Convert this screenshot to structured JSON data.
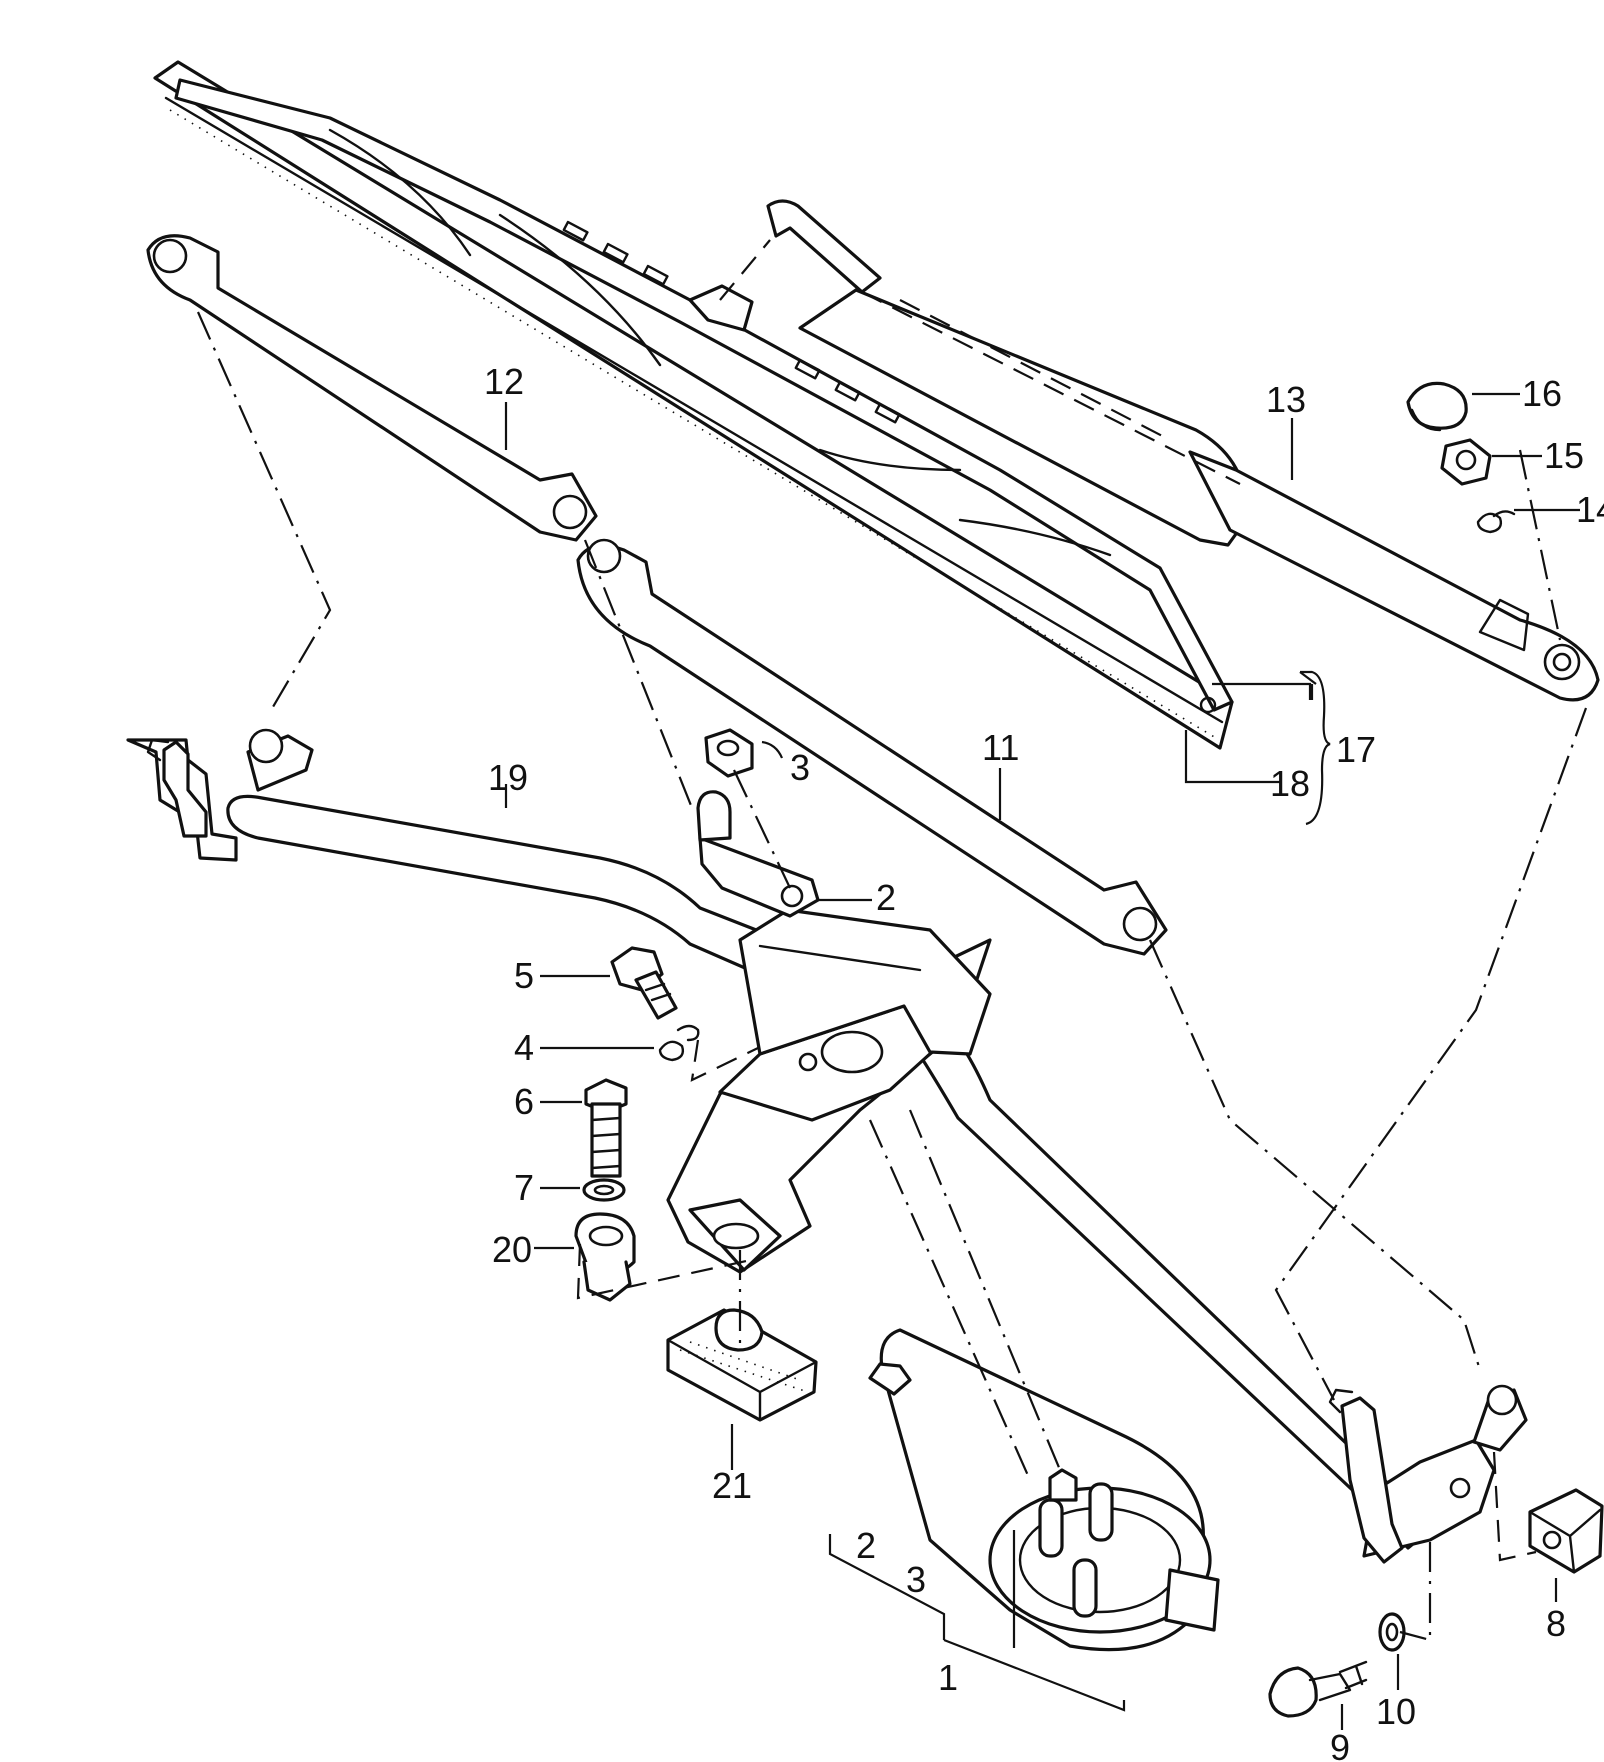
{
  "callouts": [
    {
      "id": "1",
      "text": "1"
    },
    {
      "id": "2",
      "text": "2"
    },
    {
      "id": "3",
      "text": "3"
    },
    {
      "id": "4",
      "text": "4"
    },
    {
      "id": "5",
      "text": "5"
    },
    {
      "id": "6",
      "text": "6"
    },
    {
      "id": "7",
      "text": "7"
    },
    {
      "id": "8",
      "text": "8"
    },
    {
      "id": "9",
      "text": "9"
    },
    {
      "id": "10",
      "text": "10"
    },
    {
      "id": "11",
      "text": "11"
    },
    {
      "id": "12",
      "text": "12"
    },
    {
      "id": "13",
      "text": "13"
    },
    {
      "id": "14",
      "text": "14"
    },
    {
      "id": "15",
      "text": "15"
    },
    {
      "id": "16",
      "text": "16"
    },
    {
      "id": "17",
      "text": "17"
    },
    {
      "id": "18",
      "text": "18"
    },
    {
      "id": "19",
      "text": "19"
    },
    {
      "id": "20",
      "text": "20"
    },
    {
      "id": "21",
      "text": "21"
    },
    {
      "id": "2b",
      "text": "2"
    },
    {
      "id": "3b",
      "text": "3"
    }
  ]
}
